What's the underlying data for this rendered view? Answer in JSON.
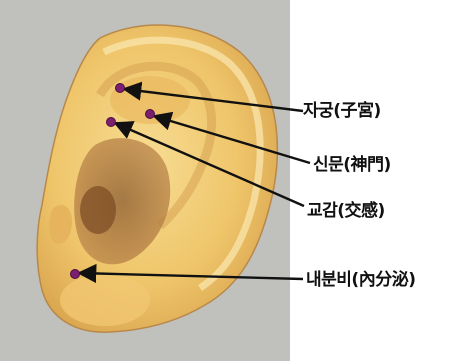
{
  "figure": {
    "colors": {
      "background": "#ffffff",
      "photo_backdrop": "#c9c9c5",
      "ear_skin": "#f0c66a",
      "ear_shadow": "#b98a45",
      "acupoint": "#7b1f6e",
      "arrow": "#111111"
    }
  },
  "points": [
    {
      "name": "jagung",
      "label": "자궁(子宮)"
    },
    {
      "name": "sinmun",
      "label": "신문(神門)"
    },
    {
      "name": "gyogam",
      "label": "교감(交感)"
    },
    {
      "name": "naebunbi",
      "label": "내분비(內分泌)"
    }
  ]
}
